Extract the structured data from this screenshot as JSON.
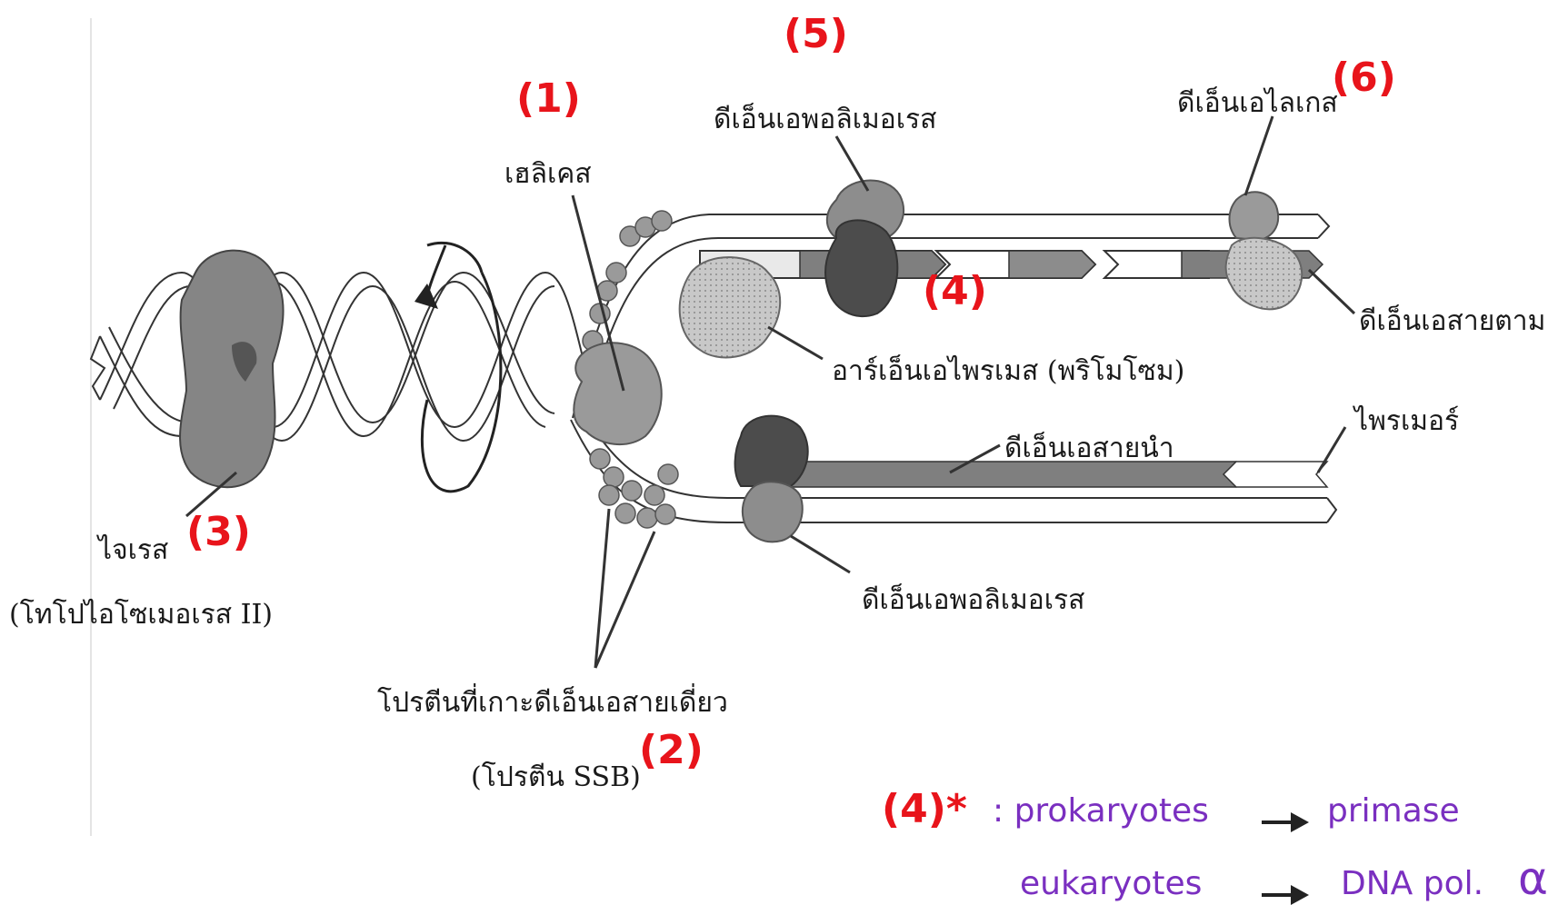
{
  "labels": {
    "helicase": "เฮลิเคส",
    "dna_polymerase_top": "ดีเอ็นเอพอลิเมอเรส",
    "dna_ligase": "ดีเอ็นเอไลเกส",
    "lagging_strand": "ดีเอ็นเอสายตาม",
    "rna_primase": "อาร์เอ็นเอไพรเมส (พริโมโซม)",
    "primer": "ไพรเมอร์",
    "leading_strand": "ดีเอ็นเอสายนำ",
    "dna_polymerase_bottom": "ดีเอ็นเอพอลิเมอเรส",
    "gyrase": "ไจเรส",
    "topoisomerase": "(โทโปไอโซเมอเรส II)",
    "ssb_protein": "โปรตีนที่เกาะดีเอ็นเอสายเดี่ยว",
    "ssb_short": "(โปรตีน SSB)"
  },
  "numbers": {
    "n1": "(1)",
    "n2": "(2)",
    "n3": "(3)",
    "n4": "(4)",
    "n5": "(5)",
    "n6": "(6)"
  },
  "note": {
    "tag": "(4)*",
    "row1_left": ": prokaryotes",
    "row1_right": "primase",
    "row2_left": "eukaryotes",
    "row2_right": "DNA pol.",
    "alpha": "α"
  },
  "colors": {
    "label_red": "#e8141b",
    "note_purple": "#7a2fc0",
    "enzyme_dark": "#555555",
    "enzyme_mid": "#8a8a8a",
    "enzyme_light": "#b5b5b5"
  }
}
